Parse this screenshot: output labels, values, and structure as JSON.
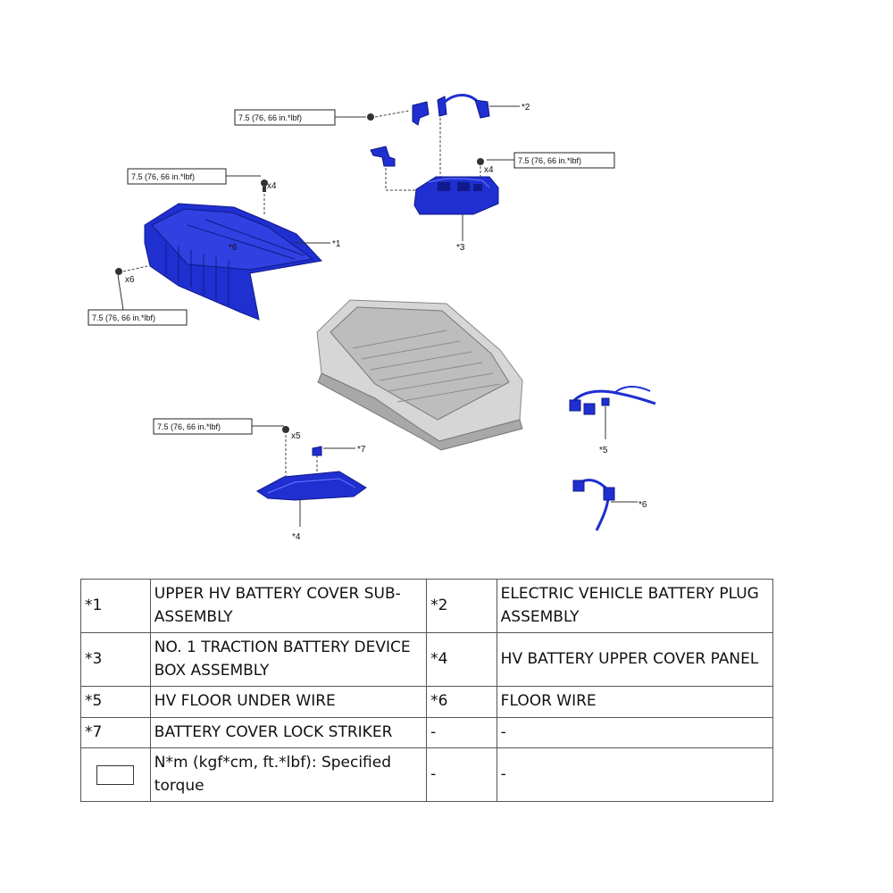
{
  "diagram": {
    "torque_label": "7.5 (76, 66 in.*lbf)",
    "callouts": {
      "c1": "*1",
      "c2": "*2",
      "c3": "*3",
      "c4": "*4",
      "c5": "*5",
      "c6": "*6",
      "c7": "*7",
      "c6_inline": "*6"
    },
    "quantities": {
      "q_upper_left": "x4",
      "q_left": "x6",
      "q_device_box": "x4",
      "q_lower": "x5"
    }
  },
  "legend": {
    "rows": [
      {
        "k1": "*1",
        "v1": "UPPER HV BATTERY COVER SUB-ASSEMBLY",
        "k2": "*2",
        "v2": "ELECTRIC VEHICLE BATTERY PLUG ASSEMBLY"
      },
      {
        "k1": "*3",
        "v1": "NO. 1 TRACTION BATTERY DEVICE BOX ASSEMBLY",
        "k2": "*4",
        "v2": "HV BATTERY UPPER COVER PANEL"
      },
      {
        "k1": "*5",
        "v1": "HV FLOOR UNDER WIRE",
        "k2": "*6",
        "v2": "FLOOR WIRE"
      },
      {
        "k1": "*7",
        "v1": "BATTERY COVER LOCK STRIKER",
        "k2": "-",
        "v2": "-"
      },
      {
        "k1": "",
        "v1": "N*m (kgf*cm, ft.*lbf): Specified torque",
        "k2": "-",
        "v2": "-"
      }
    ]
  },
  "colors": {
    "part_blue": "#1f2fd0",
    "part_blue_dark": "#101a8a",
    "battery_grey": "#cfcfcf"
  }
}
